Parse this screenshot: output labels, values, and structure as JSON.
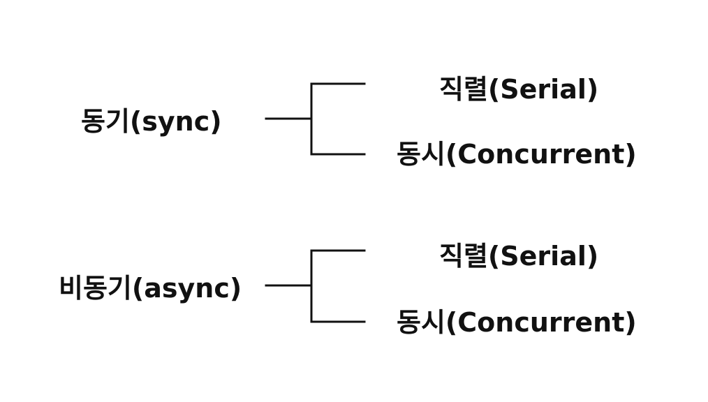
{
  "groups": [
    {
      "root": "동기(sync)",
      "children": [
        "직렬(Serial)",
        "동시(Concurrent)"
      ]
    },
    {
      "root": "비동기(async)",
      "children": [
        "직렬(Serial)",
        "동시(Concurrent)"
      ]
    }
  ],
  "colors": {
    "background": "#ffffff",
    "text": "#111111",
    "line": "#111111"
  }
}
